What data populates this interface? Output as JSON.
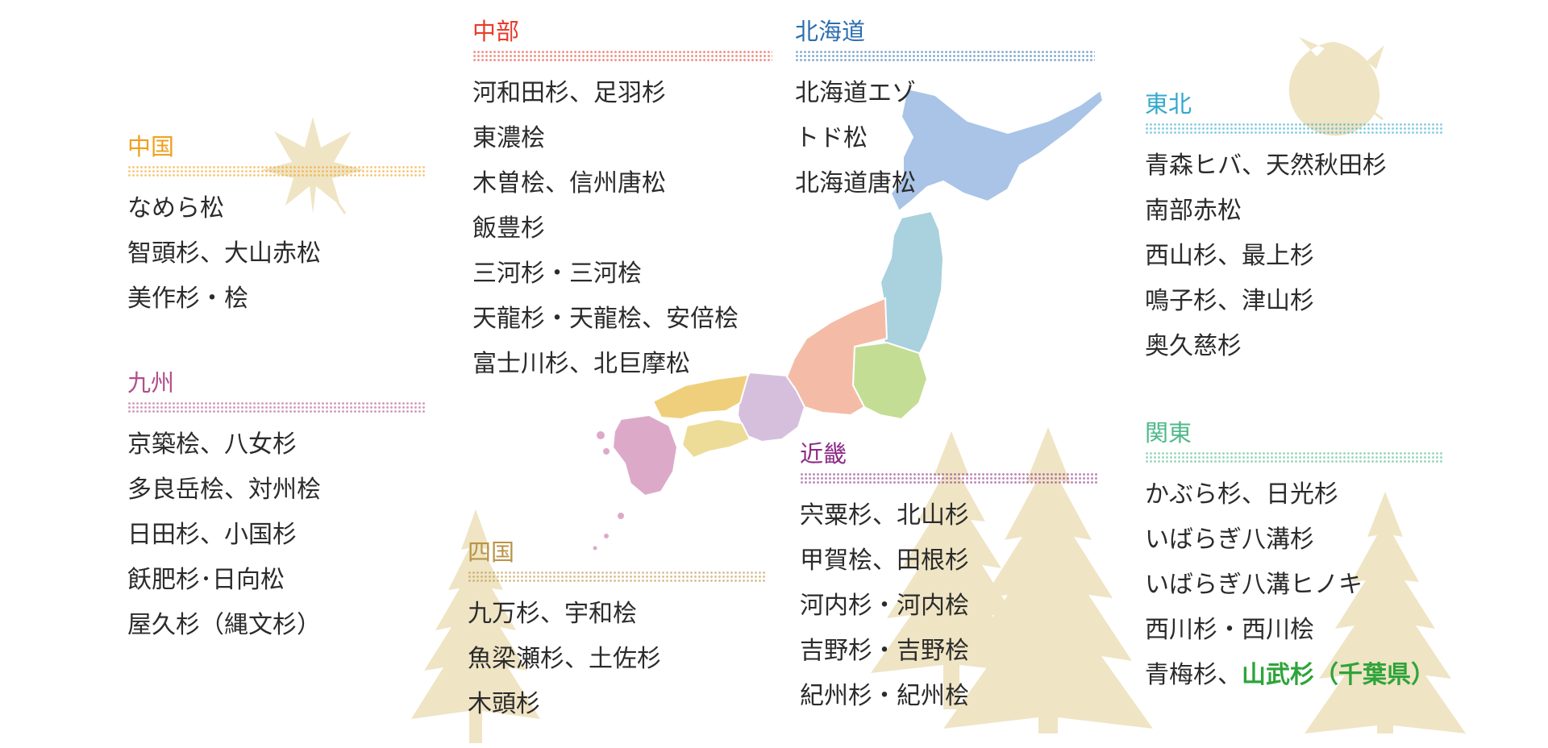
{
  "regions": [
    {
      "id": "chugoku",
      "title": "中国",
      "color": "#f0a01e",
      "items": [
        "なめら松",
        "智頭杉、大山赤松",
        "美作杉・桧"
      ]
    },
    {
      "id": "kyushu",
      "title": "九州",
      "color": "#b0508a",
      "items": [
        "京築桧、八女杉",
        "多良岳桧、対州桧",
        "日田杉、小国杉",
        "飫肥杉･日向松",
        "屋久杉（縄文杉）"
      ]
    },
    {
      "id": "chubu",
      "title": "中部",
      "color": "#e83c2c",
      "items": [
        "河和田杉、足羽杉",
        "東濃桧",
        "木曽桧、信州唐松",
        "飯豊杉",
        "三河杉・三河桧",
        "天龍杉・天龍桧、安倍桧",
        "富士川杉、北巨摩松"
      ]
    },
    {
      "id": "hokkaido",
      "title": "北海道",
      "color": "#2c6eb0",
      "items": [
        "北海道エゾ",
        "トド松",
        "北海道唐松"
      ]
    },
    {
      "id": "tohoku",
      "title": "東北",
      "color": "#33a8cc",
      "items": [
        "青森ヒバ、天然秋田杉",
        "南部赤松",
        "西山杉、最上杉",
        "鳴子杉、津山杉",
        "奥久慈杉"
      ]
    },
    {
      "id": "shikoku",
      "title": "四国",
      "color": "#b89446",
      "items": [
        "九万杉、宇和桧",
        "魚梁瀬杉、土佐杉",
        "木頭杉"
      ]
    },
    {
      "id": "kinki",
      "title": "近畿",
      "color": "#8c2a86",
      "items": [
        "宍粟杉、北山杉",
        "甲賀桧、田根杉",
        "河内杉・河内桧",
        "吉野杉・吉野桧",
        "紀州杉・紀州桧"
      ]
    },
    {
      "id": "kanto",
      "title": "関東",
      "color": "#4fb88a",
      "items": [
        "かぶら杉、日光杉",
        "いばらぎ八溝杉",
        "いばらぎ八溝ヒノキ",
        "西川杉・西川桧"
      ],
      "last_item_prefix": "青梅杉、",
      "last_item_highlight": "山武杉（千葉県）",
      "highlight_color": "#2ea43a"
    }
  ],
  "map_colors": {
    "hokkaido": "#a9c4e6",
    "tohoku": "#a9d1de",
    "kanto": "#c4dd94",
    "chubu": "#f4bca6",
    "kinki": "#d6bfdc",
    "chugoku": "#f0cf7c",
    "shikoku": "#ecdc98",
    "kyushu": "#dcaac8"
  },
  "decoration_color": "#efe4c4"
}
